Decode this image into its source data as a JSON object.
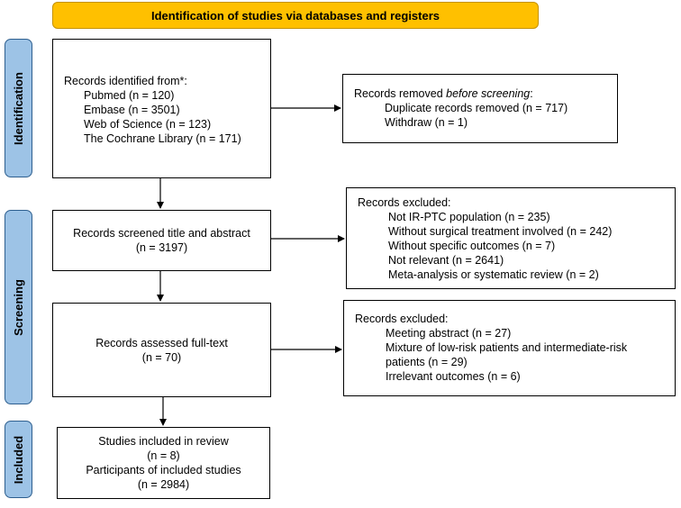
{
  "header": "Identification of studies via databases and registers",
  "phases": {
    "identification": "Identification",
    "screening": "Screening",
    "included": "Included"
  },
  "identified": {
    "title": "Records identified from*:",
    "sources": [
      "Pubmed (n = 120)",
      "Embase (n = 3501)",
      "Web of Science (n = 123)",
      "The Cochrane Library (n = 171)"
    ]
  },
  "removed": {
    "title_prefix": "Records removed ",
    "title_emphasis": "before screening",
    "title_suffix": ":",
    "items": [
      "Duplicate records removed  (n = 717)",
      "Withdraw (n = 1)"
    ]
  },
  "screened": {
    "line1": "Records screened title and abstract",
    "line2": "(n = 3197)"
  },
  "excluded1": {
    "title": "Records excluded:",
    "items": [
      "Not IR-PTC population (n = 235)",
      "Without surgical treatment involved  (n = 242)",
      "Without specific outcomes (n = 7)",
      "Not relevant  (n = 2641)",
      "Meta-analysis or systematic review (n = 2)"
    ]
  },
  "assessed": {
    "line1": "Records assessed full-text",
    "line2": "(n = 70)"
  },
  "excluded2": {
    "title": "Records excluded:",
    "items": [
      "Meeting abstract (n = 27)",
      "Mixture of low-risk patients and intermediate-risk",
      "patients (n = 29)",
      "Irrelevant outcomes (n = 6)"
    ]
  },
  "included": {
    "line1": "Studies included in review",
    "line2": "(n = 8)",
    "line3": "Participants of included studies",
    "line4": "(n = 2984)"
  }
}
